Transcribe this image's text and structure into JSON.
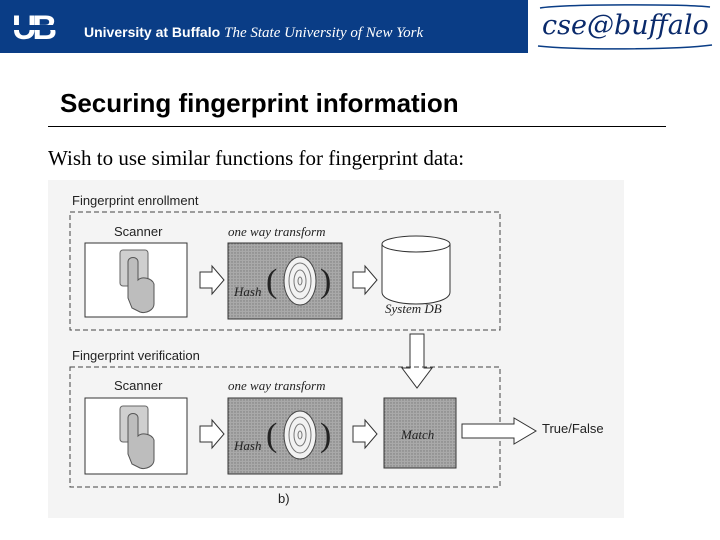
{
  "header": {
    "university": "University at Buffalo",
    "tagline": "The State University of New York",
    "dept_logo": "cse@buffalo",
    "colors": {
      "banner": "#0a3d86",
      "text": "#ffffff"
    }
  },
  "slide": {
    "title": "Securing fingerprint information",
    "body": "Wish to use similar functions for fingerprint data:"
  },
  "figure": {
    "enrollment_title": "Fingerprint enrollment",
    "verification_title": "Fingerprint verification",
    "scanner_label": "Scanner",
    "transform_label": "one way transform",
    "hash_label": "Hash",
    "db_label": "System DB",
    "match_label": "Match",
    "result_label": "True/False",
    "caption": "b)"
  }
}
